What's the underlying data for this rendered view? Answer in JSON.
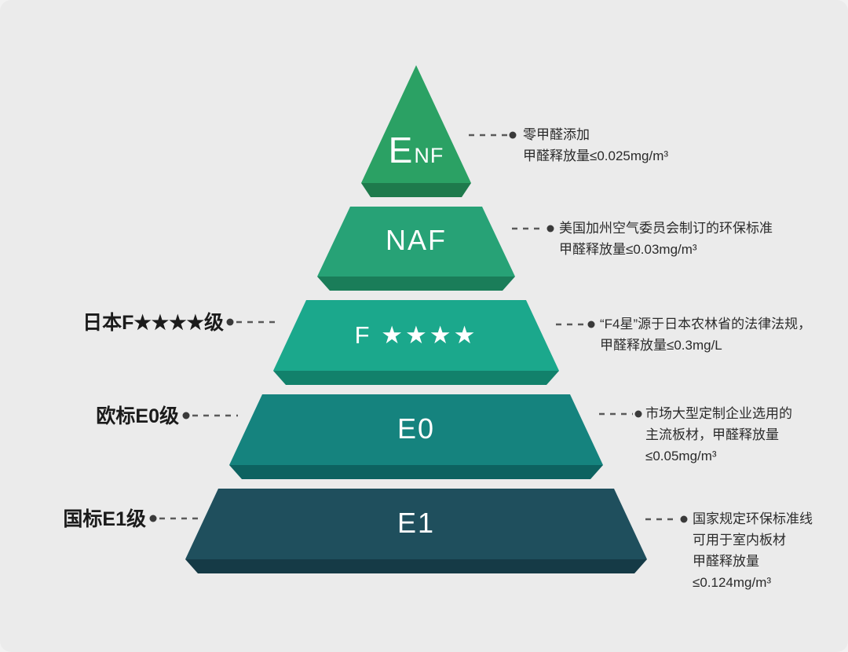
{
  "background_color": "#ebebeb",
  "tiers": [
    {
      "name": "ENF",
      "label_main": "E",
      "label_sub": "NF",
      "color": "#2ba164",
      "edge_color": "#1e7a4c"
    },
    {
      "name": "NAF",
      "label": "NAF",
      "color": "#27a276",
      "edge_color": "#1a7d59"
    },
    {
      "name": "F4",
      "label": "F ★★★★",
      "color": "#1ba88c",
      "edge_color": "#12816b"
    },
    {
      "name": "E0",
      "label": "E0",
      "color": "#15837e",
      "edge_color": "#0d6260"
    },
    {
      "name": "E1",
      "label": "E1",
      "color": "#1f4f5d",
      "edge_color": "#153a46"
    }
  ],
  "left_labels": [
    {
      "text": "日本F★★★★级"
    },
    {
      "text": "欧标E0级"
    },
    {
      "text": "国标E1级"
    }
  ],
  "annotations": [
    {
      "lines": [
        "零甲醛添加",
        "甲醛释放量≤0.025mg/m³"
      ]
    },
    {
      "lines": [
        "美国加州空气委员会制订的环保标准",
        "甲醛释放量≤0.03mg/m³"
      ]
    },
    {
      "lines": [
        "“F4星”源于日本农林省的法律法规，",
        "甲醛释放量≤0.3mg/L"
      ]
    },
    {
      "lines": [
        "市场大型定制企业选用的",
        "主流板材，甲醛释放量",
        "≤0.05mg/m³"
      ]
    },
    {
      "lines": [
        "国家规定环保标准线",
        "可用于室内板材",
        "甲醛释放量",
        "≤0.124mg/m³"
      ]
    }
  ],
  "connector_color": "#5a5a5a",
  "dot_color": "#3a3a3a"
}
